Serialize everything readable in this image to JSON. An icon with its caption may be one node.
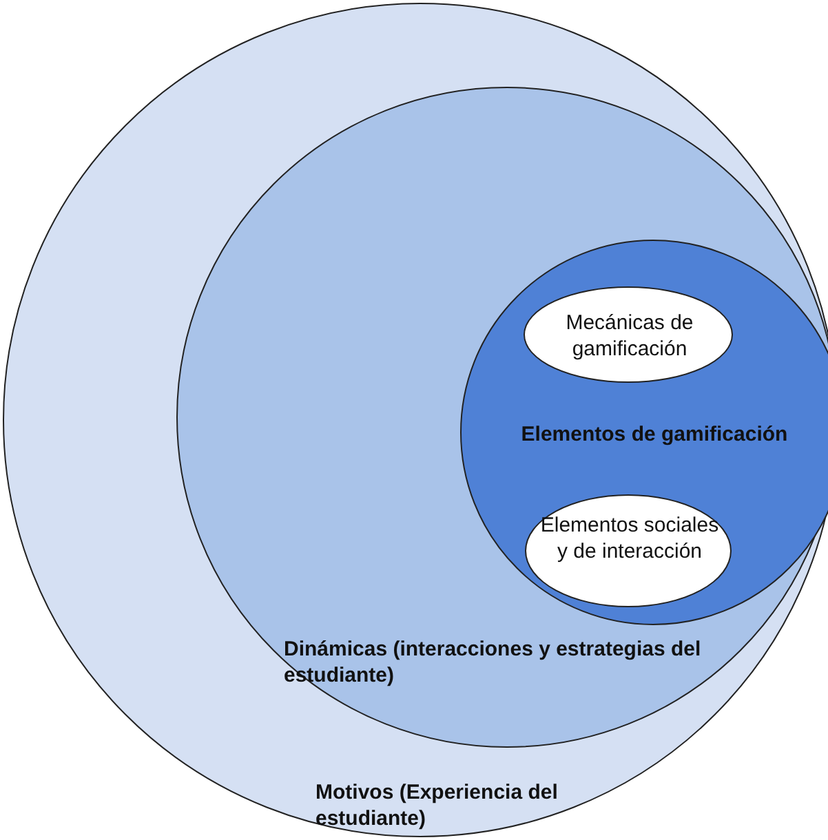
{
  "diagram": {
    "nodes": [
      {
        "text": [
          "Motivos (Experiencia del estudiante)"
        ]
      },
      {
        "text": [
          "Dinámicas (interacciones y estrategias del estudiante)"
        ],
        "in": 0
      },
      {
        "text": [
          "Elementos de gamificación"
        ],
        "in": 1
      },
      {
        "text": [
          "Mecánicas de gamificación"
        ],
        "in": 2
      },
      {
        "text": [
          "Elementos sociales y de interacción"
        ],
        "in": 2
      }
    ]
  }
}
